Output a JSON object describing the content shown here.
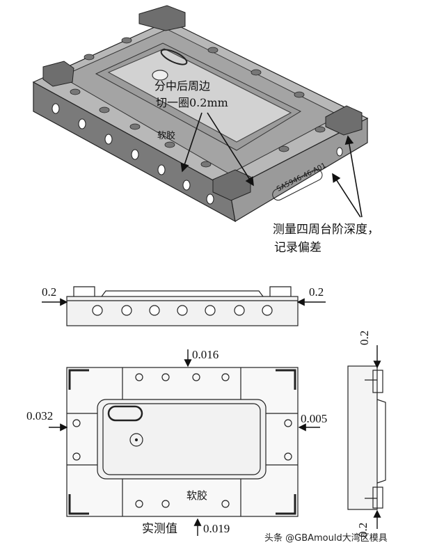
{
  "iso_view": {
    "annotation_cut": "分中后周边\n切一圈0.2mm",
    "annotation_cut_line1": "分中后周边",
    "annotation_cut_line2": "切一圈0.2mm",
    "annotation_measure_line1": "测量四周台阶深度，",
    "annotation_measure_line2": "记录偏差",
    "soft_glue_label": "软胶",
    "part_number": "SA5946-46-A01"
  },
  "front_view": {
    "left_dim": "0.2",
    "right_dim": "0.2"
  },
  "top_view": {
    "top_dim": "0.016",
    "left_dim": "0.032",
    "right_dim": "0.005",
    "bottom_label": "实测值",
    "bottom_dim": "0.019",
    "soft_glue_label": "软胶"
  },
  "side_view": {
    "top_dim": "0.2",
    "bottom_dim": "0.2"
  },
  "watermark": "头条 @GBAmould大湾区模具",
  "colors": {
    "line": "#1a1a1a",
    "body_light": "#bdbdbd",
    "body_mid": "#8e8e8e",
    "body_dark": "#5a5a5a"
  }
}
